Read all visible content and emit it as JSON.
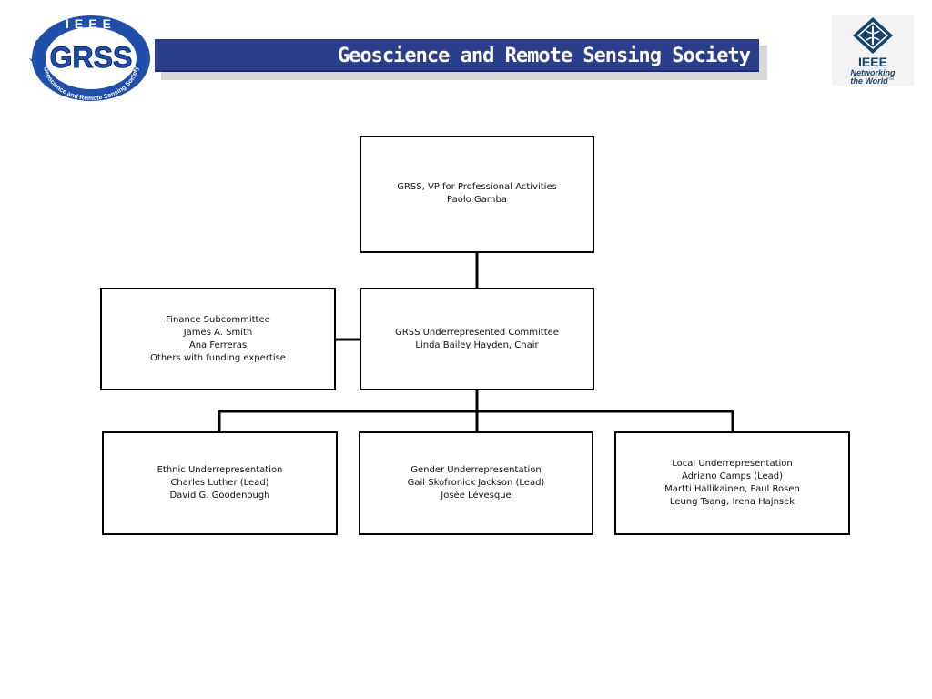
{
  "header": {
    "title": "Geoscience and Remote Sensing Society",
    "grss_logo": {
      "top_text": "IEEE",
      "main_text": "GRSS",
      "ring_text": "Geoscience and Remote Sensing Society"
    },
    "ieee_logo": {
      "brand": "IEEE",
      "tagline_1": "Networking",
      "tagline_2": "the World",
      "trademark": "TM"
    }
  },
  "org_chart": {
    "vp": {
      "lines": [
        "GRSS, VP for Professional Activities",
        "Paolo Gamba"
      ]
    },
    "committee": {
      "lines": [
        "GRSS Underrepresented Committee",
        "Linda Bailey Hayden, Chair"
      ]
    },
    "finance": {
      "lines": [
        "Finance Subcommittee",
        "James A. Smith",
        "Ana Ferreras",
        "Others with funding expertise"
      ]
    },
    "ethnic": {
      "lines": [
        "Ethnic Underrepresentation",
        "Charles Luther (Lead)",
        "David G. Goodenough"
      ]
    },
    "gender": {
      "lines": [
        "Gender Underrepresentation",
        "Gail Skofronick Jackson (Lead)",
        "Josée Lévesque"
      ]
    },
    "local": {
      "lines": [
        "Local Underrepresentation",
        "Adriano Camps (Lead)",
        "Martti Hallikainen, Paul Rosen",
        "Leung Tsang,  Irena Hajnsek"
      ]
    }
  },
  "colors": {
    "banner": "#2a3e8c",
    "grss_blue": "#1f4fa8",
    "ieee_blue": "#17436b"
  }
}
